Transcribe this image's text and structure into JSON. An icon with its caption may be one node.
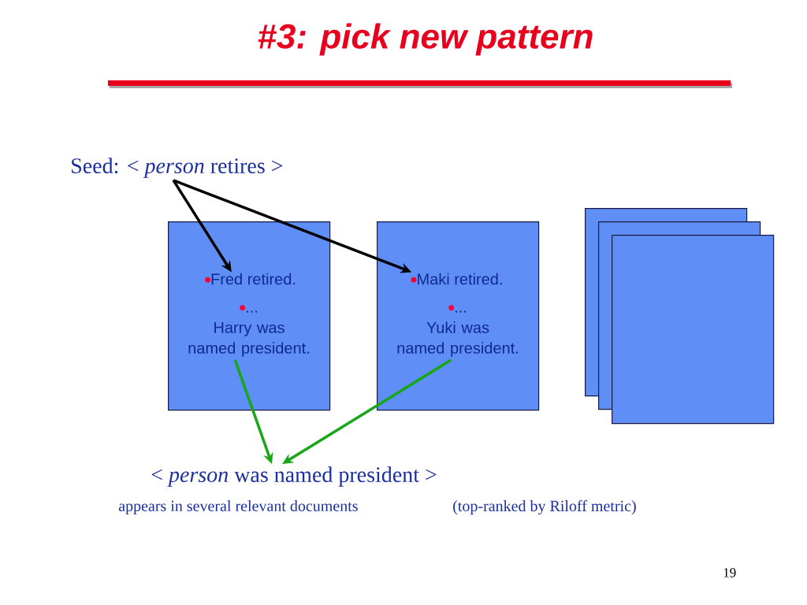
{
  "diagram": {
    "title": "#3: pick new pattern",
    "nodes": [
      {
        "text": [
          "Seed:  < *person* retires >"
        ]
      },
      {
        "text": [],
        "shape": "box"
      },
      {
        "text": [
          "Fred retired."
        ],
        "in": 1
      },
      {
        "text": [
          "...",
          "Harry was named president."
        ],
        "in": 1
      },
      {
        "text": [],
        "shape": "box"
      },
      {
        "text": [
          "Maki retired."
        ],
        "in": 4
      },
      {
        "text": [
          "...",
          "Yuki was named president."
        ],
        "in": 4
      },
      {
        "text": [],
        "shape": "box"
      },
      {
        "text": [],
        "shape": "box"
      },
      {
        "text": [],
        "shape": "box"
      },
      {
        "text": [
          "< *person* was named president >"
        ]
      }
    ],
    "edges": [
      {
        "from": 0,
        "to": 2,
        "arrow": "to"
      },
      {
        "from": 0,
        "to": 5,
        "arrow": "to"
      },
      {
        "from": 3,
        "to": 10,
        "arrow": "to",
        "color": "#19a619"
      },
      {
        "from": 6,
        "to": 10,
        "arrow": "to",
        "color": "#19a619"
      }
    ],
    "labels": [
      "appears in several relevant documents",
      "(top-ranked by Riloff metric)",
      "19"
    ]
  }
}
